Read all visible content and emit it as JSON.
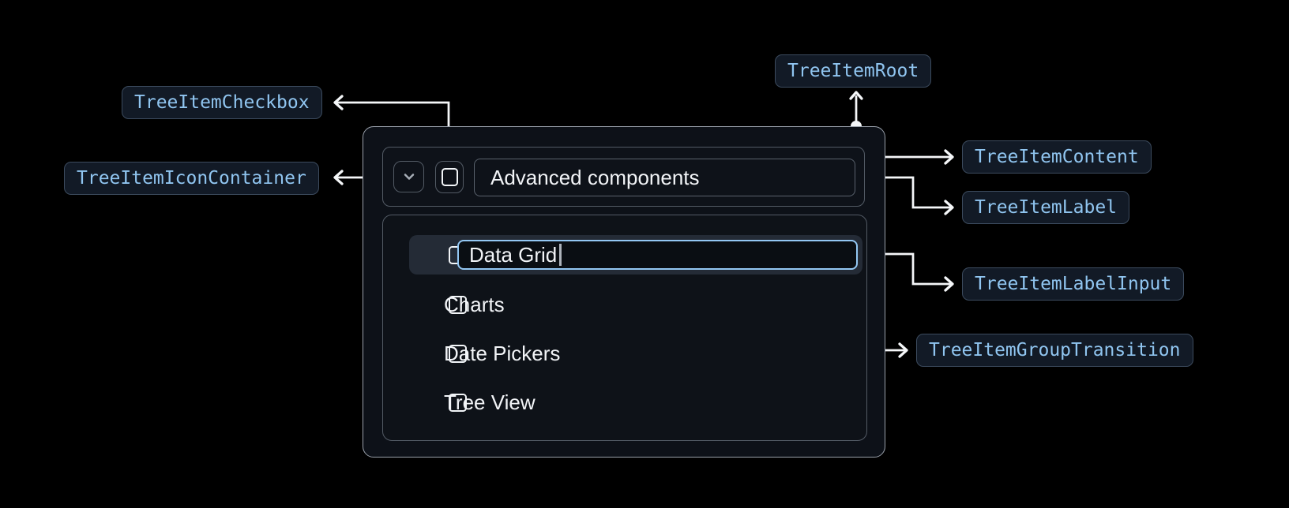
{
  "anatomy": {
    "root": "TreeItemRoot",
    "content": "TreeItemContent",
    "label": "TreeItemLabel",
    "label_input": "TreeItemLabelInput",
    "group_transition": "TreeItemGroupTransition",
    "checkbox": "TreeItemCheckbox",
    "icon_container": "TreeItemIconContainer"
  },
  "tree": {
    "parent": {
      "label": "Advanced components",
      "expanded": true,
      "checked": false
    },
    "children": [
      {
        "label": "Data Grid",
        "editing": true,
        "checked": false
      },
      {
        "label": "Charts",
        "editing": false,
        "checked": false
      },
      {
        "label": "Date Pickers",
        "editing": false,
        "checked": false
      },
      {
        "label": "Tree View",
        "editing": false,
        "checked": false
      }
    ]
  },
  "icons": {
    "expand": "chevron-down-icon",
    "checkbox_unchecked": "square-outline-icon"
  },
  "colors": {
    "focus_ring": "#93c7f3",
    "chip_text": "#90c5f0",
    "chip_bg": "#121a26",
    "chip_border": "#3c4b5e",
    "connector": "#f5f7f9",
    "row_highlight": "#242b36",
    "panel_border": "#9aa1ab",
    "inner_border": "#535b65"
  }
}
